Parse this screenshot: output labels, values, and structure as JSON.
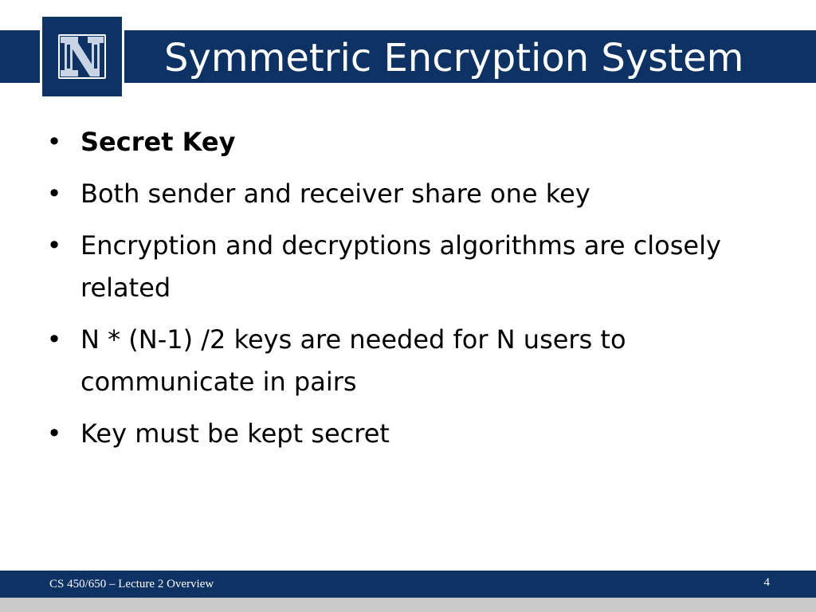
{
  "slide": {
    "title": "Symmetric Encryption System",
    "logo_icon": "university-n-logo-icon",
    "bullets": [
      {
        "text": "Secret Key",
        "bold": true
      },
      {
        "text": "Both sender and receiver share one key",
        "bold": false
      },
      {
        "text": "Encryption and decryptions algorithms are closely related",
        "bold": false
      },
      {
        "text": "N * (N-1) /2 keys are needed for N users to communicate in pairs",
        "bold": false
      },
      {
        "text": "Key must be kept secret",
        "bold": false
      }
    ],
    "bullet_glyph": "•"
  },
  "footer": {
    "text": "CS 450/650 – Lecture 2 Overview",
    "page_number": "4"
  },
  "colors": {
    "brand_navy": "#0e3263",
    "footer_strip": "#c9c9c9",
    "text": "#000000",
    "title_text": "#ffffff"
  }
}
